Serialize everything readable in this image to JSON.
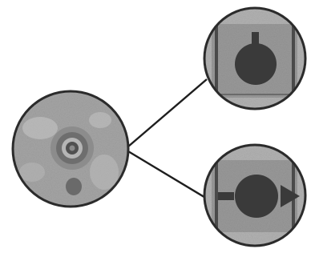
{
  "diagram": {
    "type": "magnified-detail-callouts",
    "nodes": [
      {
        "id": "source",
        "role": "source-circle",
        "icon": "concentric-rings-icon"
      },
      {
        "id": "detail-top",
        "role": "magnified-view",
        "icon": "circle-with-stem-icon"
      },
      {
        "id": "detail-bottom",
        "role": "magnified-view",
        "icon": "circle-with-arrows-icon"
      }
    ],
    "edges": [
      {
        "from": "source",
        "to": "detail-top"
      },
      {
        "from": "source",
        "to": "detail-bottom"
      }
    ]
  },
  "colors": {
    "outer_ring": "#2b2b2b",
    "source_fill": "#a6a6a6",
    "detail_fill": "#b3b3b3",
    "square_fill": "#9a9a9a",
    "dark_blob": "#3a3a3a",
    "line": "#1e1e1e"
  }
}
